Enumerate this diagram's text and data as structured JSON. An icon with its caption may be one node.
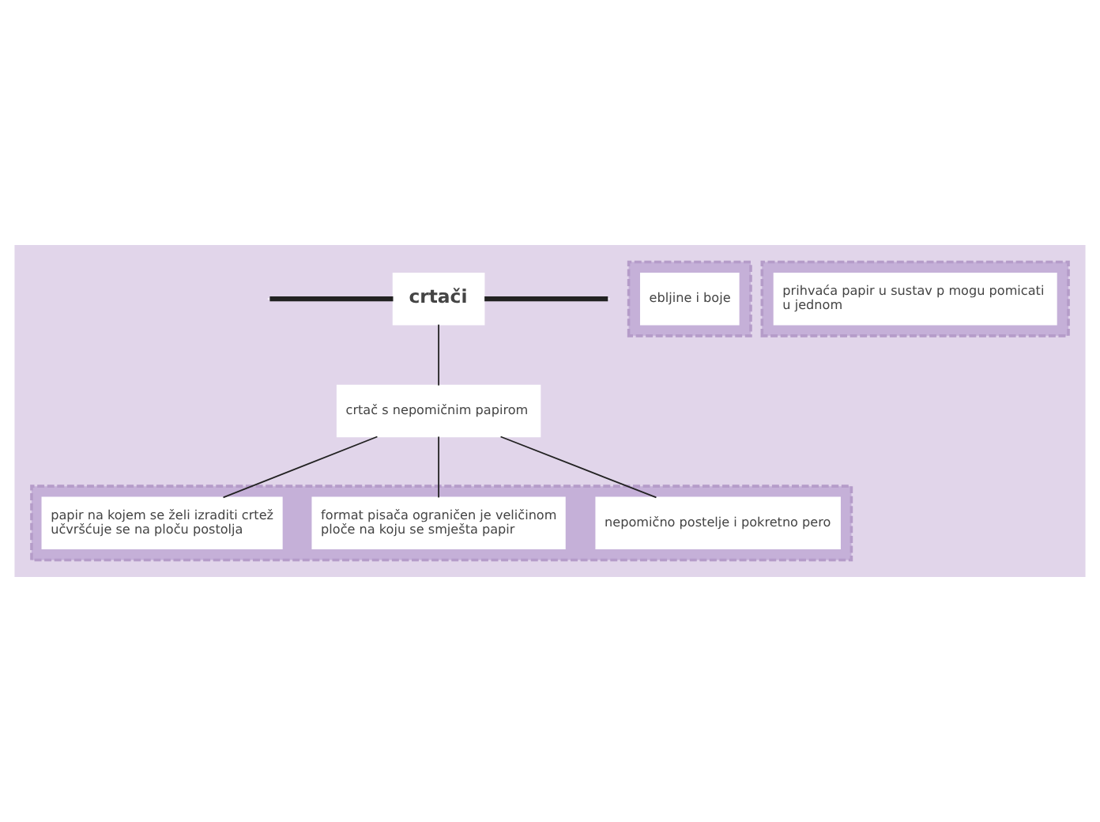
{
  "diagram": {
    "nodes": [
      {
        "text": [
          "crtači"
        ]
      },
      {
        "text": [],
        "shape": "band"
      },
      {
        "text": [
          "ebljine i boje"
        ],
        "in": 1
      },
      {
        "text": [
          "crtač s nepomičnim papirom"
        ]
      },
      {
        "text": [],
        "shape": "band"
      },
      {
        "text": [
          "nepomično postelje i pokretno pero"
        ],
        "in": 4
      },
      {
        "text": [
          "format pisača ograničen je veličinom ploče na koju se smješta papir"
        ],
        "in": 4
      },
      {
        "text": [
          "papir na kojem se želi izraditi crtež učvršćuje se na ploču postolja"
        ],
        "in": 4
      },
      {
        "text": [],
        "shape": "band"
      },
      {
        "text": [
          "prihvaća papir u sustav p mogu pomicati u jednom"
        ],
        "in": 8
      }
    ],
    "edges": [
      {
        "from": 0,
        "to": null,
        "arrow": "none",
        "style": "thick"
      },
      {
        "from": 0,
        "to": 3,
        "arrow": "none"
      },
      {
        "from": 3,
        "to": 5,
        "arrow": "none"
      },
      {
        "from": 3,
        "to": 6,
        "arrow": "none"
      },
      {
        "from": 3,
        "to": 7,
        "arrow": "none"
      },
      {
        "from": 0,
        "to": null,
        "arrow": "none",
        "style": "thick"
      }
    ]
  }
}
